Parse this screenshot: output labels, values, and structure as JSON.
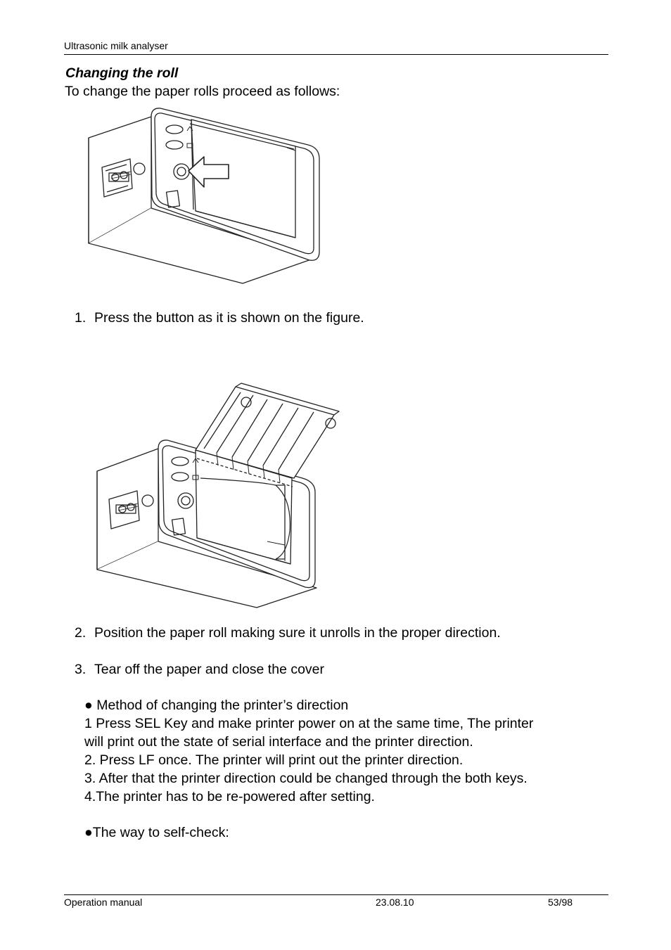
{
  "header": {
    "title": "Ultrasonic milk analyser"
  },
  "section": {
    "title": "Changing the roll",
    "intro": "To change the paper rolls proceed as follows:"
  },
  "steps": [
    {
      "num": "1.",
      "text": "Press the button as it is shown on the figure."
    },
    {
      "num": "2.",
      "text": "Position the paper roll making sure it unrolls in the proper direction."
    },
    {
      "num": "3.",
      "text": "Tear off the paper and close the cover"
    }
  ],
  "method": {
    "heading": "● Method of changing the printer’s direction",
    "lines": [
      "1 Press SEL Key and make printer power on at the same time, The printer",
      "will print out the state of serial interface and the printer direction.",
      "2. Press LF once. The printer will print out the printer direction.",
      "3. After that the printer direction could be changed through the both keys.",
      "4.The printer has to be re-powered after setting."
    ]
  },
  "selfcheck": {
    "heading": "●The way to self-check:"
  },
  "footer": {
    "left": "Operation manual",
    "date": "23.08.10",
    "page": "53/98"
  }
}
